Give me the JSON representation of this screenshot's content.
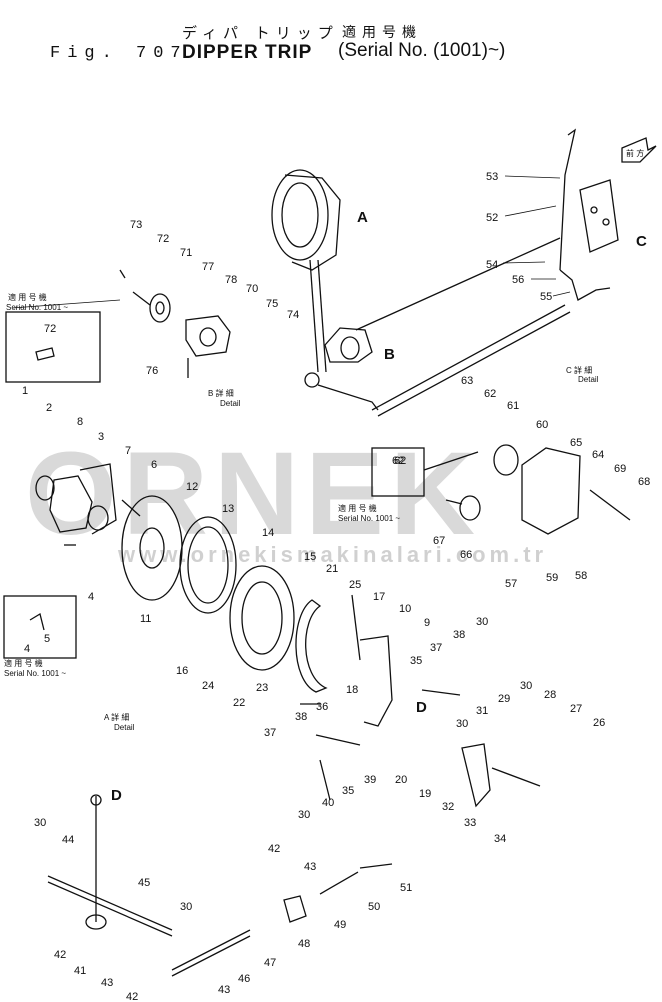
{
  "title": {
    "jp_name": "ディパ トリップ",
    "jp_serial": "適用号機",
    "fig": "Fig. 707",
    "name": "DIPPER  TRIP",
    "serial": "(Serial No. (1001)~)"
  },
  "watermark": {
    "brand": "ORNEK",
    "url": "www.ornekismakinalari.com.tr"
  },
  "view_labels": {
    "a": "A",
    "b": "B",
    "c": "C",
    "d": "D",
    "d2": "D"
  },
  "detail_labels": {
    "a": [
      "A 詳 細",
      "Detail"
    ],
    "b": [
      "B 詳 細",
      "Detail"
    ],
    "c": [
      "C 詳 細",
      "Detail"
    ]
  },
  "serial_notes": {
    "note_72": [
      "適 用 号 機",
      "Serial No. 1001 ~"
    ],
    "note_62": [
      "適 用 号 機",
      "Serial No. 1001 ~"
    ],
    "note_45": [
      "適 用 号 機",
      "Serial No. 1001 ~"
    ]
  },
  "front_tag": "前 方",
  "callouts": [
    {
      "id": "c73",
      "text": "73"
    },
    {
      "id": "c72",
      "text": "72"
    },
    {
      "id": "c71",
      "text": "71"
    },
    {
      "id": "c77",
      "text": "77"
    },
    {
      "id": "c78",
      "text": "78"
    },
    {
      "id": "c70",
      "text": "70"
    },
    {
      "id": "c75",
      "text": "75"
    },
    {
      "id": "c74",
      "text": "74"
    },
    {
      "id": "c76",
      "text": "76"
    },
    {
      "id": "c72b",
      "text": "72"
    },
    {
      "id": "c53",
      "text": "53"
    },
    {
      "id": "c52",
      "text": "52"
    },
    {
      "id": "c54",
      "text": "54"
    },
    {
      "id": "c56",
      "text": "56"
    },
    {
      "id": "c55",
      "text": "55"
    },
    {
      "id": "c63",
      "text": "63"
    },
    {
      "id": "c62",
      "text": "62"
    },
    {
      "id": "c61",
      "text": "61"
    },
    {
      "id": "c60",
      "text": "60"
    },
    {
      "id": "c65",
      "text": "65"
    },
    {
      "id": "c64",
      "text": "64"
    },
    {
      "id": "c69",
      "text": "69"
    },
    {
      "id": "c68",
      "text": "68"
    },
    {
      "id": "c62b",
      "text": "62"
    },
    {
      "id": "c67",
      "text": "67"
    },
    {
      "id": "c66",
      "text": "66"
    },
    {
      "id": "c57",
      "text": "57"
    },
    {
      "id": "c59",
      "text": "59"
    },
    {
      "id": "c58",
      "text": "58"
    },
    {
      "id": "c1",
      "text": "1"
    },
    {
      "id": "c2",
      "text": "2"
    },
    {
      "id": "c8",
      "text": "8"
    },
    {
      "id": "c3",
      "text": "3"
    },
    {
      "id": "c7",
      "text": "7"
    },
    {
      "id": "c6",
      "text": "6"
    },
    {
      "id": "c4",
      "text": "4"
    },
    {
      "id": "c12",
      "text": "12"
    },
    {
      "id": "c13",
      "text": "13"
    },
    {
      "id": "c14",
      "text": "14"
    },
    {
      "id": "c15",
      "text": "15"
    },
    {
      "id": "c11",
      "text": "11"
    },
    {
      "id": "c16",
      "text": "16"
    },
    {
      "id": "c21",
      "text": "21"
    },
    {
      "id": "c25",
      "text": "25"
    },
    {
      "id": "c17",
      "text": "17"
    },
    {
      "id": "c10",
      "text": "10"
    },
    {
      "id": "c9",
      "text": "9"
    },
    {
      "id": "c38",
      "text": "38"
    },
    {
      "id": "c30",
      "text": "30"
    },
    {
      "id": "c35",
      "text": "35"
    },
    {
      "id": "c37",
      "text": "37"
    },
    {
      "id": "c24",
      "text": "24"
    },
    {
      "id": "c23",
      "text": "23"
    },
    {
      "id": "c22",
      "text": "22"
    },
    {
      "id": "c18",
      "text": "18"
    },
    {
      "id": "c38b",
      "text": "38"
    },
    {
      "id": "c36",
      "text": "36"
    },
    {
      "id": "c29",
      "text": "29"
    },
    {
      "id": "c28",
      "text": "28"
    },
    {
      "id": "c27",
      "text": "27"
    },
    {
      "id": "c26",
      "text": "26"
    },
    {
      "id": "c30b",
      "text": "30"
    },
    {
      "id": "c31",
      "text": "31"
    },
    {
      "id": "c30c",
      "text": "30"
    },
    {
      "id": "c37b",
      "text": "37"
    },
    {
      "id": "c39",
      "text": "39"
    },
    {
      "id": "c20",
      "text": "20"
    },
    {
      "id": "c35b",
      "text": "35"
    },
    {
      "id": "c40",
      "text": "40"
    },
    {
      "id": "c19",
      "text": "19"
    },
    {
      "id": "c32",
      "text": "32"
    },
    {
      "id": "c33",
      "text": "33"
    },
    {
      "id": "c34",
      "text": "34"
    },
    {
      "id": "c30d",
      "text": "30"
    },
    {
      "id": "c30e",
      "text": "30"
    },
    {
      "id": "c44",
      "text": "44"
    },
    {
      "id": "c45",
      "text": "45"
    },
    {
      "id": "c30f",
      "text": "30"
    },
    {
      "id": "c42",
      "text": "42"
    },
    {
      "id": "c41",
      "text": "41"
    },
    {
      "id": "c43",
      "text": "43"
    },
    {
      "id": "c42b",
      "text": "42"
    },
    {
      "id": "c43b",
      "text": "43"
    },
    {
      "id": "c46",
      "text": "46"
    },
    {
      "id": "c47",
      "text": "47"
    },
    {
      "id": "c48",
      "text": "48"
    },
    {
      "id": "c42c",
      "text": "42"
    },
    {
      "id": "c43c",
      "text": "43"
    },
    {
      "id": "c49",
      "text": "49"
    },
    {
      "id": "c50",
      "text": "50"
    },
    {
      "id": "c51",
      "text": "51"
    },
    {
      "id": "c5",
      "text": "5"
    },
    {
      "id": "c4b",
      "text": "4"
    },
    {
      "id": "c62c",
      "text": "62"
    }
  ]
}
